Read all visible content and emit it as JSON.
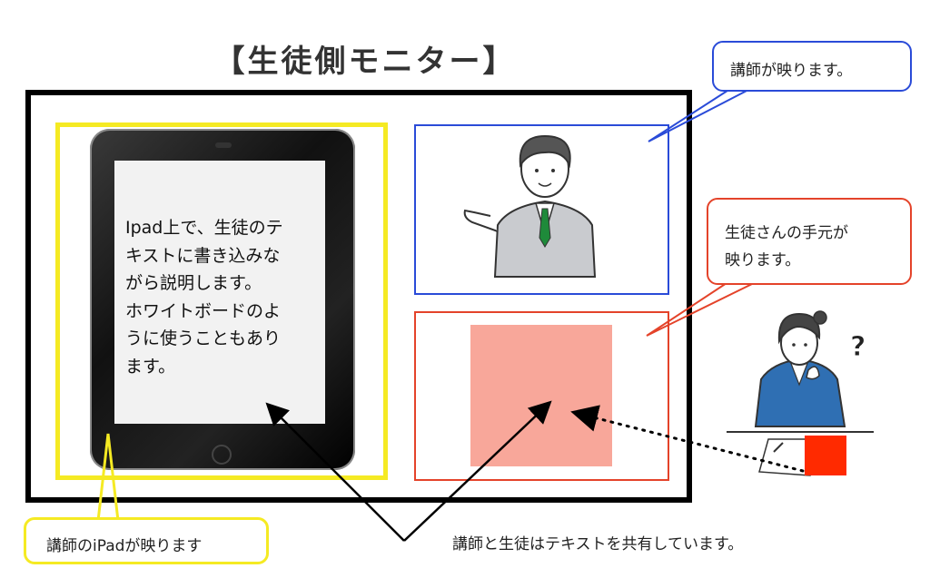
{
  "title": "【生徒側モニター】",
  "ipad_screen_lines": [
    "Ipad上で、生徒のテ",
    "キストに書き込みな",
    "がら説明します。",
    "ホワイトボードのよ",
    "うに使うこともあり",
    "ます。"
  ],
  "callouts": {
    "teacher": "講師が映ります。",
    "student_line1": "生徒さんの手元が",
    "student_line2": "映ります。",
    "ipad": "講師のiPadが映ります",
    "shared": "講師と生徒はテキストを共有しています。"
  },
  "colors": {
    "teacher_accent": "#2a4bd8",
    "student_accent": "#e4432a",
    "ipad_accent": "#f5ea23",
    "shared_area": "#f8a79a",
    "student_notebook": "#ff2a00"
  },
  "icons": {
    "teacher": "teacher-person-icon",
    "student": "confused-student-icon"
  }
}
